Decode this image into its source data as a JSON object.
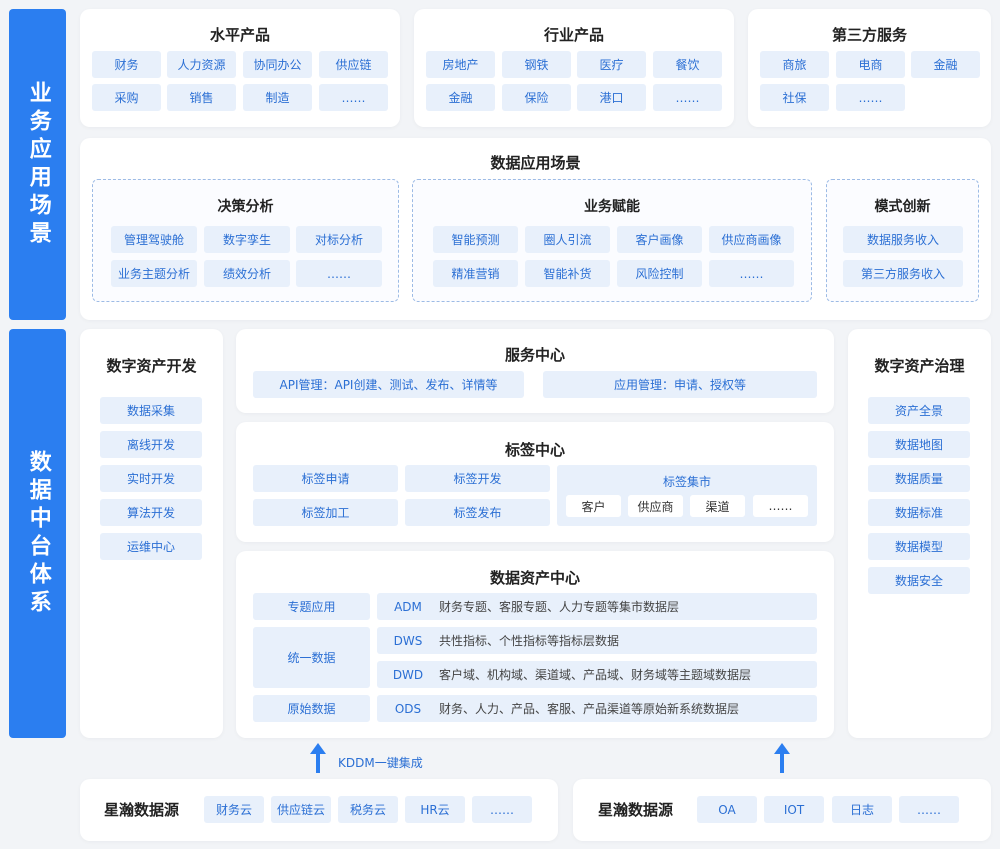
{
  "side": {
    "business": "业务应用场景",
    "platform": "数据中台体系"
  },
  "horizontal": {
    "title": "水平产品",
    "items": [
      "财务",
      "人力资源",
      "协同办公",
      "供应链",
      "采购",
      "销售",
      "制造",
      "……"
    ]
  },
  "industry": {
    "title": "行业产品",
    "items": [
      "房地产",
      "钢铁",
      "医疗",
      "餐饮",
      "金融",
      "保险",
      "港口",
      "……"
    ]
  },
  "third": {
    "title": "第三方服务",
    "items": [
      "商旅",
      "电商",
      "金融",
      "社保",
      "……"
    ]
  },
  "scenes": {
    "title": "数据应用场景",
    "decision": {
      "title": "决策分析",
      "items": [
        "管理驾驶舱",
        "数字孪生",
        "对标分析",
        "业务主题分析",
        "绩效分析",
        "……"
      ]
    },
    "enable": {
      "title": "业务赋能",
      "items": [
        "智能预测",
        "圈人引流",
        "客户画像",
        "供应商画像",
        "精准营销",
        "智能补货",
        "风险控制",
        "……"
      ]
    },
    "innovation": {
      "title": "模式创新",
      "items": [
        "数据服务收入",
        "第三方服务收入"
      ]
    }
  },
  "dev": {
    "title": "数字资产开发",
    "items": [
      "数据采集",
      "离线开发",
      "实时开发",
      "算法开发",
      "运维中心"
    ]
  },
  "service": {
    "title": "服务中心",
    "api": "API管理：API创建、测试、发布、详情等",
    "app": "应用管理：申请、授权等"
  },
  "tag": {
    "title": "标签中心",
    "items": [
      "标签申请",
      "标签开发",
      "标签加工",
      "标签发布"
    ],
    "market": {
      "title": "标签集市",
      "items": [
        "客户",
        "供应商",
        "渠道",
        "……"
      ]
    }
  },
  "asset": {
    "title": "数据资产中心",
    "left": [
      "专题应用",
      "统一数据",
      "原始数据"
    ],
    "rows": [
      {
        "code": "ADM",
        "desc": "财务专题、客服专题、人力专题等集市数据层"
      },
      {
        "code": "DWS",
        "desc": "共性指标、个性指标等指标层数据"
      },
      {
        "code": "DWD",
        "desc": "客户域、机构域、渠道域、产品域、财务域等主题域数据层"
      },
      {
        "code": "ODS",
        "desc": "财务、人力、产品、客服、产品渠道等原始新系统数据层"
      }
    ]
  },
  "governance": {
    "title": "数字资产治理",
    "items": [
      "资产全景",
      "数据地图",
      "数据质量",
      "数据标准",
      "数据模型",
      "数据安全"
    ]
  },
  "integration": "KDDM一键集成",
  "sources": {
    "left": {
      "title": "星瀚数据源",
      "items": [
        "财务云",
        "供应链云",
        "税务云",
        "HR云",
        "……"
      ]
    },
    "right": {
      "title": "星瀚数据源",
      "items": [
        "OA",
        "IOT",
        "日志",
        "……"
      ]
    }
  }
}
